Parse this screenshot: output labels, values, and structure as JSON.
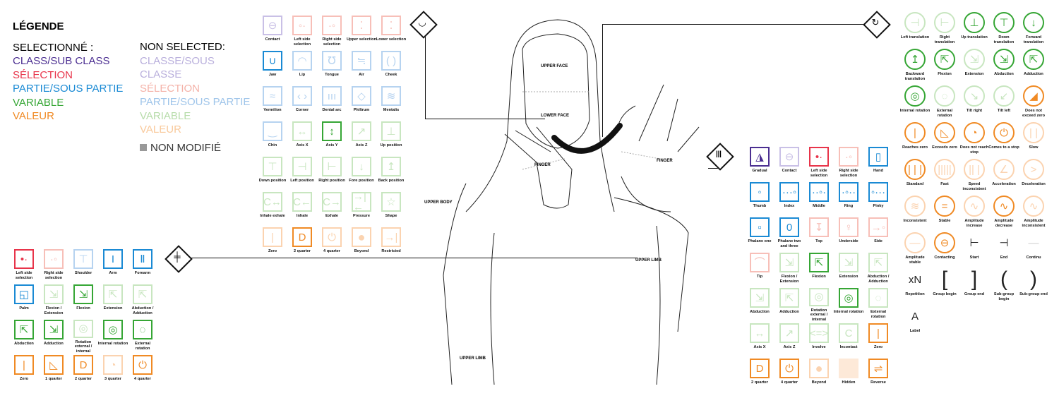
{
  "legend": {
    "title": "LÉGENDE",
    "selected_title": "SELECTIONNÉ :",
    "selected": [
      {
        "t": "CLASS/SUB CLASS",
        "c": "#4b2e91"
      },
      {
        "t": "SÉLECTION",
        "c": "#e8344a"
      },
      {
        "t": "PARTIE/SOUS PARTIE",
        "c": "#1a8ad4"
      },
      {
        "t": "VARIABLE",
        "c": "#36a635"
      },
      {
        "t": "VALEUR",
        "c": "#f08a24"
      }
    ],
    "unselected_title": "NON SELECTED:",
    "unselected": [
      {
        "t": "CLASSE/SOUS",
        "c": "#b9afdc"
      },
      {
        "t": "CLASSE",
        "c": "#b9afdc"
      },
      {
        "t": "SÉLECTION",
        "c": "#f4b2a8"
      },
      {
        "t": "PARTIE/SOUS PARTIE",
        "c": "#9fc5ea"
      },
      {
        "t": "VARIABLE",
        "c": "#b7dcaa"
      },
      {
        "t": "VALEUR",
        "c": "#f9c99b"
      }
    ],
    "unmodified": "NON MODIFIÉ"
  },
  "colors": {
    "class": [
      "#4b2e91",
      "#c9c0e6"
    ],
    "sel": [
      "#e8344a",
      "#f7bfb8"
    ],
    "part": [
      "#1a8ad4",
      "#b6d3f0"
    ],
    "var": [
      "#36a635",
      "#c8e6c0"
    ],
    "val": [
      "#f08a24",
      "#fbd3b0"
    ],
    "mark": [
      "#222",
      "#ccc"
    ]
  },
  "body_labels": {
    "upper_face": "UPPER FACE",
    "lower_face": "LOWER FACE",
    "finger_left": "FINGER",
    "finger_right": "FINGER",
    "upper_body": "UPPER BODY",
    "upper_limb_right": "UPPER LIMB",
    "upper_limb_bottom": "UPPER LIMB"
  },
  "markers": [
    {
      "icon": "mouth-icon",
      "g": "◡"
    },
    {
      "icon": "rotation-icon",
      "g": "↻"
    },
    {
      "icon": "hand-icon",
      "g": "Ⅲ"
    },
    {
      "icon": "arm-icon",
      "g": "╪"
    }
  ],
  "grids": {
    "face": [
      {
        "l": "Contact",
        "c": "class",
        "s": 0,
        "g": "⊖"
      },
      {
        "l": "Left side selection",
        "c": "sel",
        "s": 0,
        "g": "◦·"
      },
      {
        "l": "Right side selection",
        "c": "sel",
        "s": 0,
        "g": "·◦"
      },
      {
        "l": "Upper selection",
        "c": "sel",
        "s": 0,
        "g": "⁚"
      },
      {
        "l": "Lower selection",
        "c": "sel",
        "s": 0,
        "g": "⁚"
      },
      {
        "l": "Jaw",
        "c": "part",
        "s": 1,
        "g": "∪"
      },
      {
        "l": "Lip",
        "c": "part",
        "s": 0,
        "g": "◠"
      },
      {
        "l": "Tongue",
        "c": "part",
        "s": 0,
        "g": "℧"
      },
      {
        "l": "Air",
        "c": "part",
        "s": 0,
        "g": "≒"
      },
      {
        "l": "Cheek",
        "c": "part",
        "s": 0,
        "g": "( )"
      },
      {
        "l": "Vermilion",
        "c": "part",
        "s": 0,
        "g": "≈"
      },
      {
        "l": "Corner",
        "c": "part",
        "s": 0,
        "g": "‹ ›"
      },
      {
        "l": "Dental arc",
        "c": "part",
        "s": 0,
        "g": "ııı"
      },
      {
        "l": "Philtrum",
        "c": "part",
        "s": 0,
        "g": "◇"
      },
      {
        "l": "Mentalis",
        "c": "part",
        "s": 0,
        "g": "≋"
      },
      {
        "l": "Chin",
        "c": "part",
        "s": 0,
        "g": "‿"
      },
      {
        "l": "Axis X",
        "c": "var",
        "s": 0,
        "g": "↔"
      },
      {
        "l": "Axis Y",
        "c": "var",
        "s": 1,
        "g": "↕"
      },
      {
        "l": "Axis Z",
        "c": "var",
        "s": 0,
        "g": "↗"
      },
      {
        "l": "Up position",
        "c": "var",
        "s": 0,
        "g": "⊥"
      },
      {
        "l": "Down position",
        "c": "var",
        "s": 0,
        "g": "⊤"
      },
      {
        "l": "Left position",
        "c": "var",
        "s": 0,
        "g": "⊣"
      },
      {
        "l": "Right position",
        "c": "var",
        "s": 0,
        "g": "⊢"
      },
      {
        "l": "Fore position",
        "c": "var",
        "s": 0,
        "g": "↓"
      },
      {
        "l": "Back position",
        "c": "var",
        "s": 0,
        "g": "↥"
      },
      {
        "l": "Inhale exhale",
        "c": "var",
        "s": 0,
        "g": "C↔"
      },
      {
        "l": "Inhale",
        "c": "var",
        "s": 0,
        "g": "C←"
      },
      {
        "l": "Exhale",
        "c": "var",
        "s": 0,
        "g": "C→"
      },
      {
        "l": "Pressure",
        "c": "var",
        "s": 0,
        "g": "→|←"
      },
      {
        "l": "Shape",
        "c": "var",
        "s": 0,
        "g": "☆"
      },
      {
        "l": "Zero",
        "c": "val",
        "s": 0,
        "g": "|"
      },
      {
        "l": "2 quarter",
        "c": "val",
        "s": 1,
        "g": "D"
      },
      {
        "l": "4 quarter",
        "c": "val",
        "s": 0,
        "g": "⏻"
      },
      {
        "l": "Beyond",
        "c": "val",
        "s": 0,
        "g": "●"
      },
      {
        "l": "Restricted",
        "c": "val",
        "s": 0,
        "g": "→|"
      }
    ],
    "arm": [
      {
        "l": "Left side selection",
        "c": "sel",
        "s": 1,
        "g": "•·"
      },
      {
        "l": "Right side selection",
        "c": "sel",
        "s": 0,
        "g": "·◦"
      },
      {
        "l": "Shoulder",
        "c": "part",
        "s": 0,
        "g": "⊤"
      },
      {
        "l": "Arm",
        "c": "part",
        "s": 1,
        "g": "I"
      },
      {
        "l": "Forearm",
        "c": "part",
        "s": 1,
        "g": "Ⅱ"
      },
      {
        "l": "Palm",
        "c": "part",
        "s": 1,
        "g": "◱"
      },
      {
        "l": "Flexion / Extension",
        "c": "var",
        "s": 0,
        "g": "⇲"
      },
      {
        "l": "Flexion",
        "c": "var",
        "s": 1,
        "g": "⇲"
      },
      {
        "l": "Extension",
        "c": "var",
        "s": 0,
        "g": "⇱"
      },
      {
        "l": "Abduction / Adduction",
        "c": "var",
        "s": 0,
        "g": "⇱"
      },
      {
        "l": "Abduction",
        "c": "var",
        "s": 1,
        "g": "⇱"
      },
      {
        "l": "Adduction",
        "c": "var",
        "s": 1,
        "g": "⇲"
      },
      {
        "l": "Rotation external / internal",
        "c": "var",
        "s": 0,
        "g": "◎"
      },
      {
        "l": "Internal rotation",
        "c": "var",
        "s": 1,
        "g": "◎"
      },
      {
        "l": "External rotation",
        "c": "var",
        "s": 1,
        "g": "◌"
      },
      {
        "l": "Zero",
        "c": "val",
        "s": 1,
        "g": "|"
      },
      {
        "l": "1 quarter",
        "c": "val",
        "s": 1,
        "g": "◺"
      },
      {
        "l": "2 quarter",
        "c": "val",
        "s": 1,
        "g": "D"
      },
      {
        "l": "3 quarter",
        "c": "val",
        "s": 0,
        "g": "◔"
      },
      {
        "l": "4 quarter",
        "c": "val",
        "s": 1,
        "g": "⏻"
      }
    ],
    "hand": [
      {
        "l": "Gradual",
        "c": "class",
        "s": 1,
        "g": "◮"
      },
      {
        "l": "Contact",
        "c": "class",
        "s": 0,
        "g": "⊖"
      },
      {
        "l": "Left side selection",
        "c": "sel",
        "s": 1,
        "g": "•·"
      },
      {
        "l": "Right side selection",
        "c": "sel",
        "s": 0,
        "g": "·◦"
      },
      {
        "l": "Hand",
        "c": "part",
        "s": 1,
        "g": "▯"
      },
      {
        "l": "Thumb",
        "c": "part",
        "s": 1,
        "g": "◦"
      },
      {
        "l": "Index",
        "c": "part",
        "s": 1,
        "g": "···◦"
      },
      {
        "l": "Middle",
        "c": "part",
        "s": 1,
        "g": "··◦·"
      },
      {
        "l": "Ring",
        "c": "part",
        "s": 1,
        "g": "·◦··"
      },
      {
        "l": "Pinky",
        "c": "part",
        "s": 1,
        "g": "◦···"
      },
      {
        "l": "Phalanx one",
        "c": "part",
        "s": 1,
        "g": "▫"
      },
      {
        "l": "Phalanx two and three",
        "c": "part",
        "s": 1,
        "g": "0"
      },
      {
        "l": "Top",
        "c": "sel",
        "s": 0,
        "g": "↧"
      },
      {
        "l": "Underside",
        "c": "sel",
        "s": 0,
        "g": "♀"
      },
      {
        "l": "Side",
        "c": "sel",
        "s": 0,
        "g": "→◦"
      },
      {
        "l": "Tip",
        "c": "sel",
        "s": 0,
        "g": "⌒"
      },
      {
        "l": "Flexion / Extension",
        "c": "var",
        "s": 0,
        "g": "⇲"
      },
      {
        "l": "Flexion",
        "c": "var",
        "s": 1,
        "g": "⇱"
      },
      {
        "l": "Extension",
        "c": "var",
        "s": 0,
        "g": "⇲"
      },
      {
        "l": "Abduction / Adduction",
        "c": "var",
        "s": 0,
        "g": "⇱"
      },
      {
        "l": "Abduction",
        "c": "var",
        "s": 0,
        "g": "⇲"
      },
      {
        "l": "Adduction",
        "c": "var",
        "s": 0,
        "g": "⇱"
      },
      {
        "l": "Rotation external / internal",
        "c": "var",
        "s": 0,
        "g": "◎"
      },
      {
        "l": "Internal rotation",
        "c": "var",
        "s": 1,
        "g": "◎"
      },
      {
        "l": "External rotation",
        "c": "var",
        "s": 0,
        "g": "◌"
      },
      {
        "l": "Axis X",
        "c": "var",
        "s": 0,
        "g": "↔"
      },
      {
        "l": "Axis Z",
        "c": "var",
        "s": 0,
        "g": "↗"
      },
      {
        "l": "Involve",
        "c": "var",
        "s": 0,
        "g": "<=>"
      },
      {
        "l": "Incontact",
        "c": "var",
        "s": 0,
        "g": "C"
      },
      {
        "l": "Zero",
        "c": "val",
        "s": 1,
        "g": "|"
      },
      {
        "l": "2 quarter",
        "c": "val",
        "s": 1,
        "g": "D"
      },
      {
        "l": "4 quarter",
        "c": "val",
        "s": 1,
        "g": "⏻"
      },
      {
        "l": "Beyond",
        "c": "val",
        "s": 0,
        "g": "●"
      },
      {
        "l": "Hidden",
        "c": "val",
        "s": 0,
        "g": ""
      },
      {
        "l": "Reverse",
        "c": "val",
        "s": 1,
        "g": "⇌"
      }
    ],
    "movement": [
      {
        "l": "Left translation",
        "c": "var",
        "s": 0,
        "g": "⊣"
      },
      {
        "l": "Right translation",
        "c": "var",
        "s": 0,
        "g": "⊢"
      },
      {
        "l": "Up translation",
        "c": "var",
        "s": 1,
        "g": "⊥"
      },
      {
        "l": "Down translation",
        "c": "var",
        "s": 1,
        "g": "⊤"
      },
      {
        "l": "Forward translation",
        "c": "var",
        "s": 1,
        "g": "↓"
      },
      {
        "l": "Backward translation",
        "c": "var",
        "s": 1,
        "g": "↥"
      },
      {
        "l": "Flexion",
        "c": "var",
        "s": 1,
        "g": "⇱"
      },
      {
        "l": "Extension",
        "c": "var",
        "s": 0,
        "g": "⇲"
      },
      {
        "l": "Abduction",
        "c": "var",
        "s": 1,
        "g": "⇲"
      },
      {
        "l": "Adduction",
        "c": "var",
        "s": 1,
        "g": "⇱"
      },
      {
        "l": "Internal rotation",
        "c": "var",
        "s": 1,
        "g": "◎"
      },
      {
        "l": "External rotation",
        "c": "var",
        "s": 0,
        "g": "◌"
      },
      {
        "l": "Tilt right",
        "c": "var",
        "s": 0,
        "g": "↘"
      },
      {
        "l": "Tilt left",
        "c": "var",
        "s": 0,
        "g": "↙"
      },
      {
        "l": "Does not exceed zero",
        "c": "val",
        "s": 1,
        "g": "◢"
      },
      {
        "l": "Reaches zero",
        "c": "val",
        "s": 1,
        "g": "|"
      },
      {
        "l": "Exceeds zero",
        "c": "val",
        "s": 1,
        "g": "◺"
      },
      {
        "l": "Does not reach stop",
        "c": "val",
        "s": 1,
        "g": "◔"
      },
      {
        "l": "Comes to a stop",
        "c": "val",
        "s": 1,
        "g": "⏻"
      },
      {
        "l": "Slow",
        "c": "val",
        "s": 0,
        "g": "|  |"
      },
      {
        "l": "Standard",
        "c": "val",
        "s": 1,
        "g": "| | |"
      },
      {
        "l": "Fast",
        "c": "val",
        "s": 0,
        "g": "|||||"
      },
      {
        "l": "Speed inconsistent",
        "c": "val",
        "s": 0,
        "g": "|| |"
      },
      {
        "l": "Acceleration",
        "c": "val",
        "s": 0,
        "g": "∠"
      },
      {
        "l": "Deceleration",
        "c": "val",
        "s": 0,
        "g": ">"
      },
      {
        "l": "Inconsistent",
        "c": "val",
        "s": 0,
        "g": "≋"
      },
      {
        "l": "Stable",
        "c": "val",
        "s": 1,
        "g": "="
      },
      {
        "l": "Amplitude increase",
        "c": "val",
        "s": 0,
        "g": "∿"
      },
      {
        "l": "Amplitude decrease",
        "c": "val",
        "s": 1,
        "g": "∿"
      },
      {
        "l": "Amplitude inconsistent",
        "c": "val",
        "s": 0,
        "g": "∿"
      },
      {
        "l": "Amplitude stable",
        "c": "val",
        "s": 0,
        "g": "—"
      },
      {
        "l": "Contacting",
        "c": "val",
        "s": 1,
        "g": "⊖"
      },
      {
        "l": "Start",
        "c": "mark",
        "s": 1,
        "g": "⊢",
        "n": 1
      },
      {
        "l": "End",
        "c": "mark",
        "s": 1,
        "g": "⊣",
        "n": 1
      },
      {
        "l": "Continu",
        "c": "mark",
        "s": 0,
        "g": "—",
        "n": 1
      },
      {
        "l": "Repetition",
        "c": "mark",
        "s": 1,
        "g": "xN",
        "n": 1
      },
      {
        "l": "Group begin",
        "c": "mark",
        "s": 1,
        "g": "[",
        "n": 1
      },
      {
        "l": "Group end",
        "c": "mark",
        "s": 1,
        "g": "]",
        "n": 1
      },
      {
        "l": "Sub-group begin",
        "c": "mark",
        "s": 1,
        "g": "(",
        "n": 1
      },
      {
        "l": "Sub-group end",
        "c": "mark",
        "s": 1,
        "g": ")",
        "n": 1
      },
      {
        "l": "Label",
        "c": "mark",
        "s": 1,
        "g": "A",
        "n": 1
      }
    ]
  }
}
